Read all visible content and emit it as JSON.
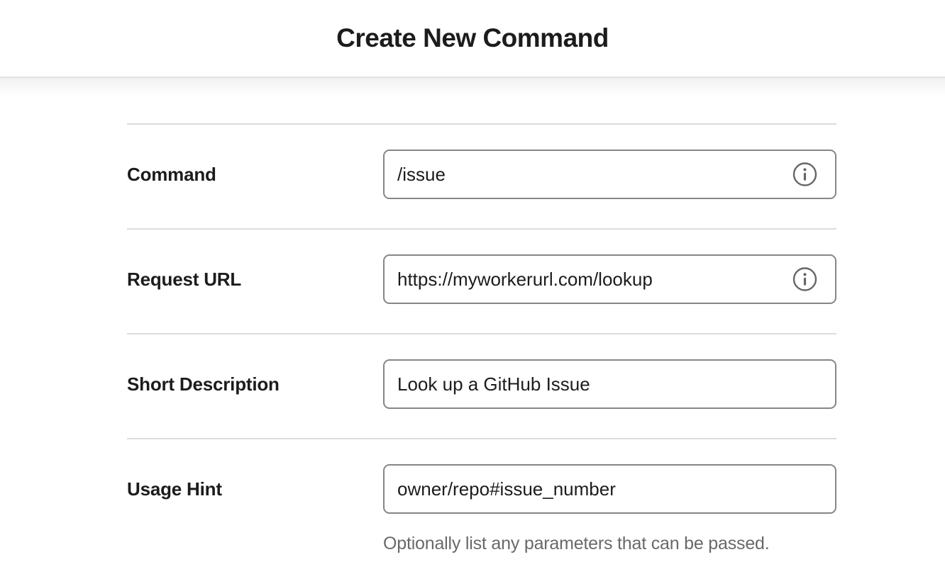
{
  "header": {
    "title": "Create New Command"
  },
  "form": {
    "rows": [
      {
        "label": "Command",
        "value": "/issue",
        "icon": "info-icon"
      },
      {
        "label": "Request URL",
        "value": "https://myworkerurl.com/lookup",
        "icon": "info-icon"
      },
      {
        "label": "Short Description",
        "value": "Look up a GitHub Issue",
        "icon": null
      },
      {
        "label": "Usage Hint",
        "value": "owner/repo#issue_number",
        "icon": null,
        "help": "Optionally list any parameters that can be passed."
      }
    ]
  },
  "colors": {
    "text": "#1d1c1d",
    "helper_text": "#696969",
    "input_border": "#868686",
    "divider": "#dcdcdc",
    "header_border": "#e2e2e2",
    "background": "#ffffff"
  }
}
